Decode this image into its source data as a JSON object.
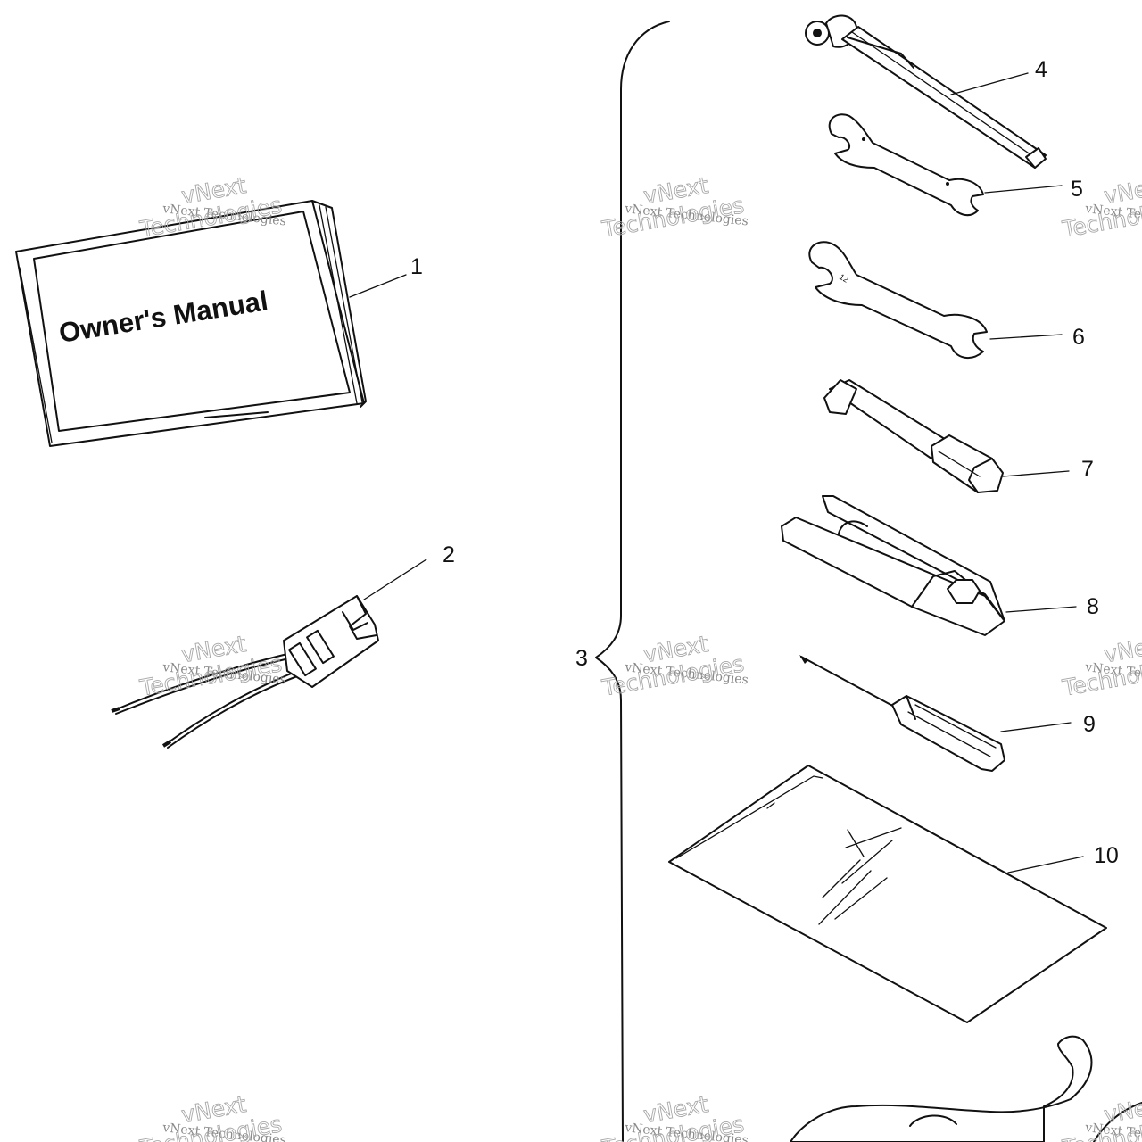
{
  "diagram": {
    "manual_cover_text": "Owner's Manual",
    "callouts": [
      "1",
      "2",
      "3",
      "4",
      "5",
      "6",
      "7",
      "8",
      "9",
      "10"
    ],
    "watermark": {
      "line_small": "vNext Technologies",
      "line_top": "vNext",
      "line_bottom": "Technologies"
    }
  }
}
